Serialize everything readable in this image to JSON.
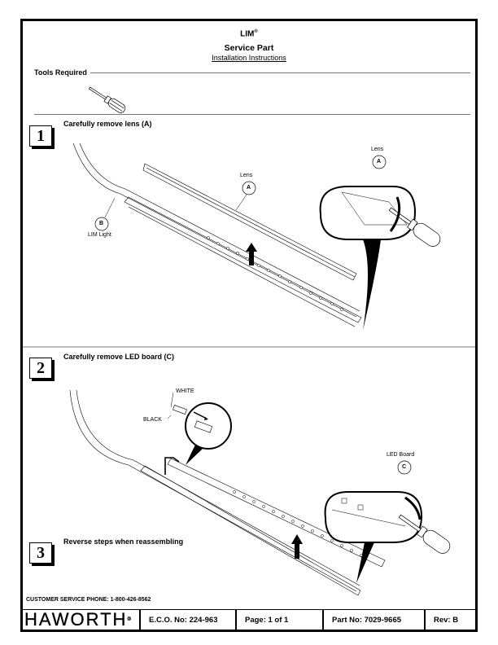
{
  "header": {
    "product": "LIM",
    "product_mark": "®",
    "title": "Service Part",
    "subtitle": "Installation Instructions"
  },
  "tools": {
    "label": "Tools Required",
    "items": [
      {
        "icon": "screwdriver-icon",
        "name": "Flat-blade screwdriver"
      }
    ]
  },
  "steps": [
    {
      "number": "1",
      "text": "Carefully remove lens (A)",
      "callouts": [
        {
          "letter": "A",
          "label": "Lens"
        },
        {
          "letter": "B",
          "label": "LIM Light"
        },
        {
          "letter": "A",
          "label": "Lens"
        }
      ]
    },
    {
      "number": "2",
      "text": "Carefully remove LED board (C)",
      "callouts": [
        {
          "letter": "",
          "label": "WHITE"
        },
        {
          "letter": "",
          "label": "BLACK"
        },
        {
          "letter": "C",
          "label": "LED Board"
        }
      ]
    },
    {
      "number": "3",
      "text": "Reverse steps when reassembling"
    }
  ],
  "footer": {
    "phone": "CUSTOMER SERVICE PHONE: 1-800-426-8562",
    "logo": "HAWORTH",
    "logo_mark": "®",
    "eco": "E.C.O. No: 224-963",
    "page": "Page:  1 of 1",
    "part_no": "Part No:  7029-9665",
    "rev": "Rev:  B"
  }
}
